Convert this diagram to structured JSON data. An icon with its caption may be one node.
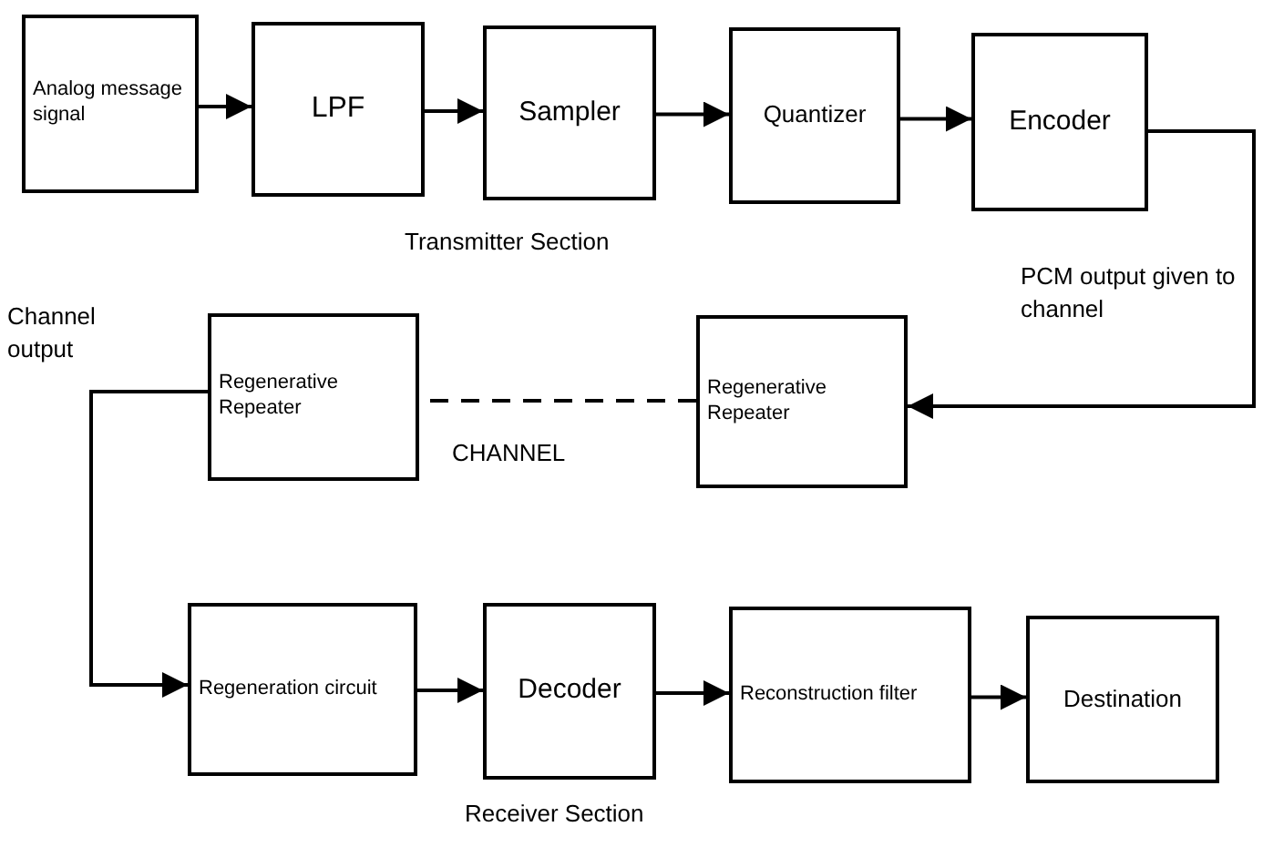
{
  "diagram": {
    "nodes": [
      {
        "text": [
          "Analog message signal"
        ]
      },
      {
        "text": [
          "LPF"
        ]
      },
      {
        "text": [
          "Sampler"
        ]
      },
      {
        "text": [
          "Quantizer"
        ]
      },
      {
        "text": [
          "Encoder"
        ]
      },
      {
        "text": [
          "Regenerative Repeater"
        ]
      },
      {
        "text": [
          "Regenerative Repeater"
        ]
      },
      {
        "text": [
          "Regeneration circuit"
        ]
      },
      {
        "text": [
          "Decoder"
        ]
      },
      {
        "text": [
          "Reconstruction filter"
        ]
      },
      {
        "text": [
          "Destination"
        ]
      }
    ],
    "edges": [
      {
        "from": 0,
        "to": 1,
        "arrow": "to"
      },
      {
        "from": 1,
        "to": 2,
        "arrow": "to"
      },
      {
        "from": 2,
        "to": 3,
        "arrow": "to"
      },
      {
        "from": 3,
        "to": 4,
        "arrow": "to"
      },
      {
        "from": 4,
        "to": 5,
        "arrow": "to"
      },
      {
        "from": 5,
        "to": 6,
        "arrow": "none",
        "style": "dashed"
      },
      {
        "from": 6,
        "to": 7,
        "arrow": "to"
      },
      {
        "from": 7,
        "to": 8,
        "arrow": "to"
      },
      {
        "from": 8,
        "to": 9,
        "arrow": "to"
      },
      {
        "from": 9,
        "to": 10,
        "arrow": "to"
      }
    ],
    "labels": [
      "Transmitter Section",
      "PCM output given to channel",
      "Channel output",
      "CHANNEL",
      "Receiver Section"
    ]
  }
}
